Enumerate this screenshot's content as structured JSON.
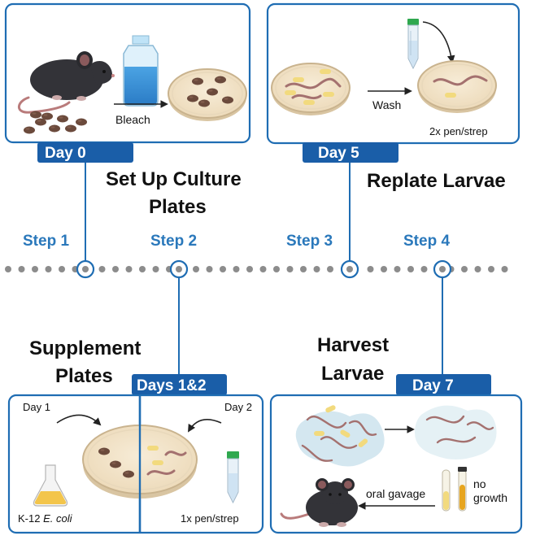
{
  "colors": {
    "primary_blue": "#1a5ea8",
    "step_text": "#2a78bb",
    "panel_border": "#1f6db3",
    "timeline_dots": "#8c8c8c",
    "dish_fill": "#f3e6cf",
    "dish_rim": "#d8c6a8",
    "feces": "#6b4a3c",
    "worm": "#a4716f",
    "mouse": "#2f2f33"
  },
  "steps": [
    {
      "label": "Step 1",
      "day_badge": "Day 0",
      "title_lines": [
        "Set Up Culture",
        "Plates"
      ]
    },
    {
      "label": "Step 2",
      "day_badge": "Days 1&2",
      "title_lines": [
        "Supplement",
        "Plates"
      ]
    },
    {
      "label": "Step 3",
      "day_badge": "Day 5",
      "title_lines": [
        "Replate Larvae"
      ]
    },
    {
      "label": "Step 4",
      "day_badge": "Day 7",
      "title_lines": [
        "Harvest",
        "Larvae"
      ]
    }
  ],
  "panels": {
    "day0": {
      "bleach_label": "Bleach"
    },
    "day5": {
      "wash_label": "Wash",
      "pen_strep_label": "2x pen/strep"
    },
    "days12": {
      "day1_label": "Day 1",
      "day2_label": "Day 2",
      "ecoli_prefix": "K-12 ",
      "ecoli_italic": "E. coli",
      "pen_strep_label": "1x pen/strep"
    },
    "day7": {
      "gavage_label": "oral gavage",
      "no_growth_lines": [
        "no",
        "growth"
      ]
    }
  },
  "icons": [
    "mouse-icon",
    "bottle-icon",
    "petri-dish-icon",
    "feces-pellet-icon",
    "worm-icon",
    "falcon-tube-icon",
    "erlenmeyer-flask-icon",
    "arrow-icon",
    "culture-tube-icon"
  ]
}
